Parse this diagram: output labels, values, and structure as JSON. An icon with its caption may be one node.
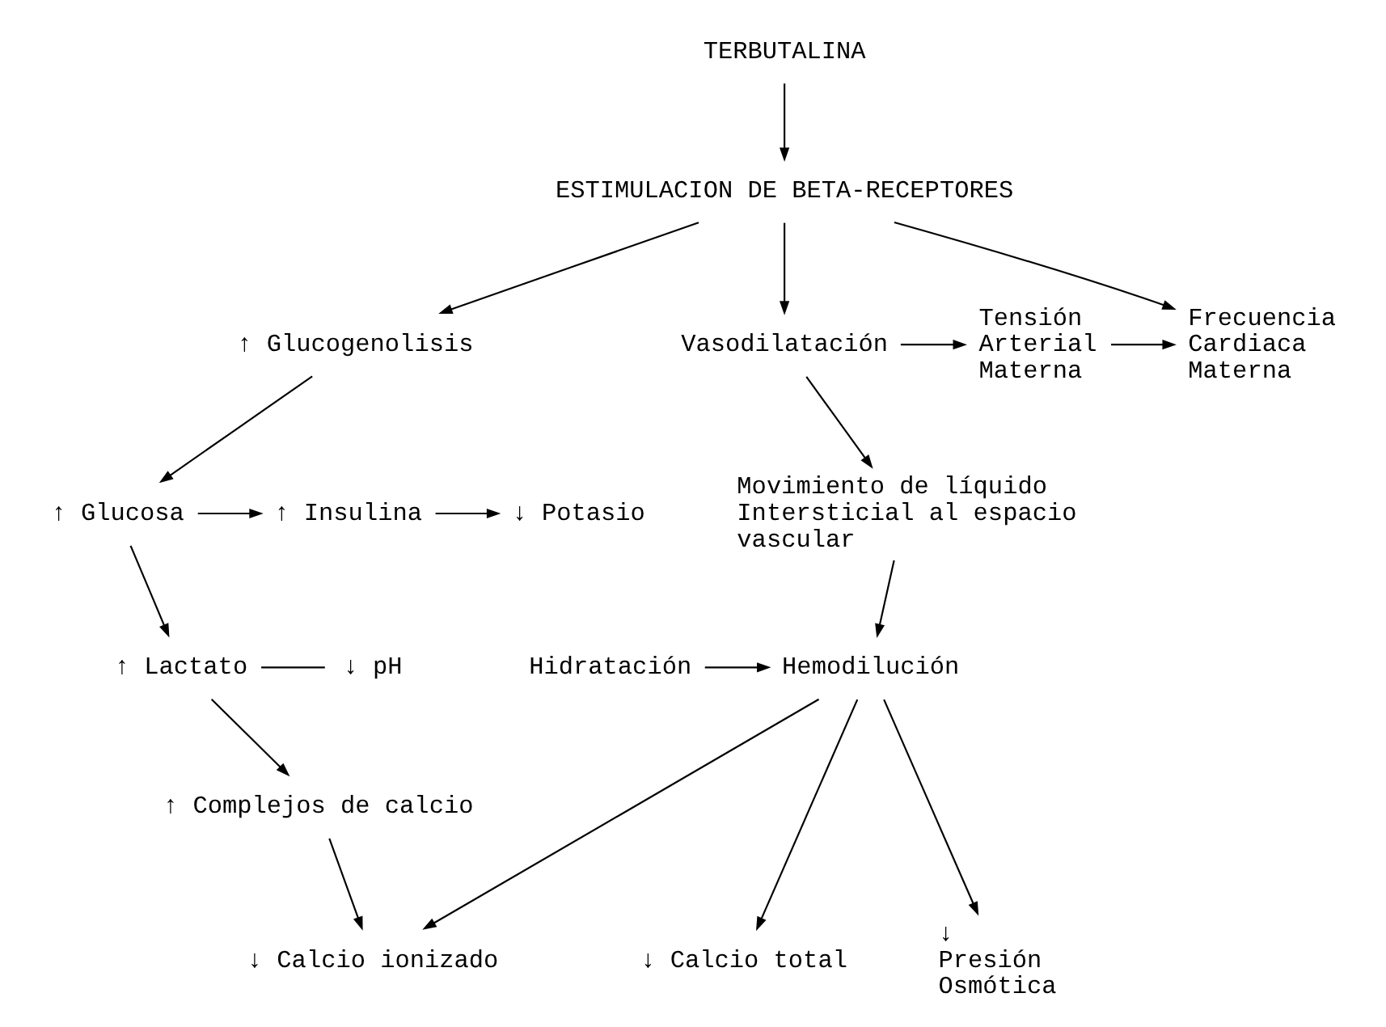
{
  "diagram": {
    "nodes": [
      {
        "text": [
          "TERBUTALINA"
        ]
      },
      {
        "text": [
          "ESTIMULACION DE BETA-RECEPTORES"
        ]
      },
      {
        "text": [
          "↑ Glucogenolisis"
        ]
      },
      {
        "text": [
          "Frecuencia Cardiaca Materna"
        ]
      },
      {
        "text": [
          "Tensión Arterial Materna"
        ]
      },
      {
        "text": [
          "Vasodilatación"
        ]
      },
      {
        "text": [
          "↑ Glucosa"
        ]
      },
      {
        "text": [
          "↑ Insulina"
        ]
      },
      {
        "text": [
          "↓ Potasio"
        ]
      },
      {
        "text": [
          "Movimiento de líquido Intersticial al espacio vascular"
        ]
      },
      {
        "text": [
          "↑ Lactato"
        ]
      },
      {
        "text": [
          "↓ pH"
        ]
      },
      {
        "text": [
          "Hidratación"
        ]
      },
      {
        "text": [
          "Hemodilución"
        ]
      },
      {
        "text": [
          "↑ Complejos de calcio"
        ]
      },
      {
        "text": [
          "↓ Calcio ionizado"
        ]
      },
      {
        "text": [
          "↓ Calcio total"
        ]
      },
      {
        "text": [
          "↓ Presión Osmótica"
        ]
      }
    ],
    "edges": [
      {
        "from": 0,
        "to": 1,
        "arrow": "to"
      },
      {
        "from": 1,
        "to": 2,
        "arrow": "to"
      },
      {
        "from": 1,
        "to": 3,
        "arrow": "to"
      },
      {
        "from": 1,
        "to": 5,
        "arrow": "to"
      },
      {
        "from": 5,
        "to": 4,
        "arrow": "to"
      },
      {
        "from": 4,
        "to": 3,
        "arrow": "to"
      },
      {
        "from": 5,
        "to": 9,
        "arrow": "to"
      },
      {
        "from": 2,
        "to": 6,
        "arrow": "to"
      },
      {
        "from": 6,
        "to": 7,
        "arrow": "to"
      },
      {
        "from": 7,
        "to": 8,
        "arrow": "to"
      },
      {
        "from": 6,
        "to": 10,
        "arrow": "to"
      },
      {
        "from": 10,
        "to": 11,
        "arrow": "none"
      },
      {
        "from": 9,
        "to": 13,
        "arrow": "to"
      },
      {
        "from": 12,
        "to": 13,
        "arrow": "to"
      },
      {
        "from": 10,
        "to": 14,
        "arrow": "to"
      },
      {
        "from": 14,
        "to": 15,
        "arrow": "to"
      },
      {
        "from": 13,
        "to": 15,
        "arrow": "to"
      },
      {
        "from": 13,
        "to": 16,
        "arrow": "to"
      },
      {
        "from": 13,
        "to": 17,
        "arrow": "to"
      }
    ]
  }
}
